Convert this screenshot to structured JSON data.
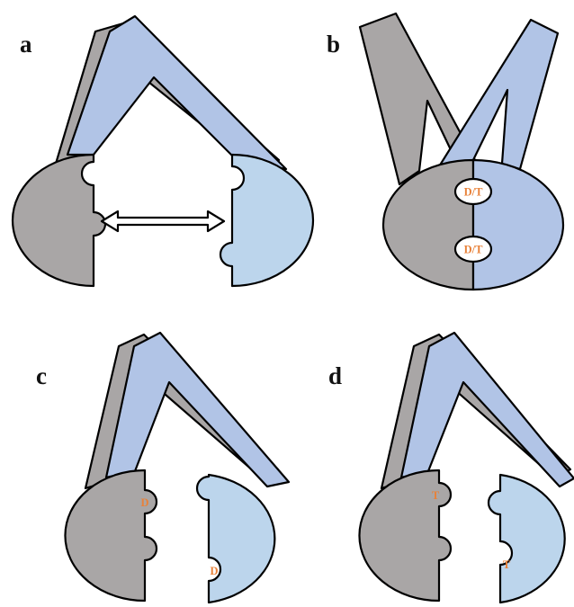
{
  "colors": {
    "gray": "#a9a6a6",
    "blue_arm": "#b1c4e6",
    "blue_head": "#bcd5ec",
    "outline": "#000000",
    "label_orange": "#e8823a"
  },
  "panels": {
    "a": {
      "label": "a"
    },
    "b": {
      "label": "b",
      "site_top": "D/T",
      "site_bottom": "D/T"
    },
    "c": {
      "label": "c",
      "site_left": "D",
      "site_right": "D"
    },
    "d": {
      "label": "d",
      "site_left": "T",
      "site_right": "T"
    }
  }
}
